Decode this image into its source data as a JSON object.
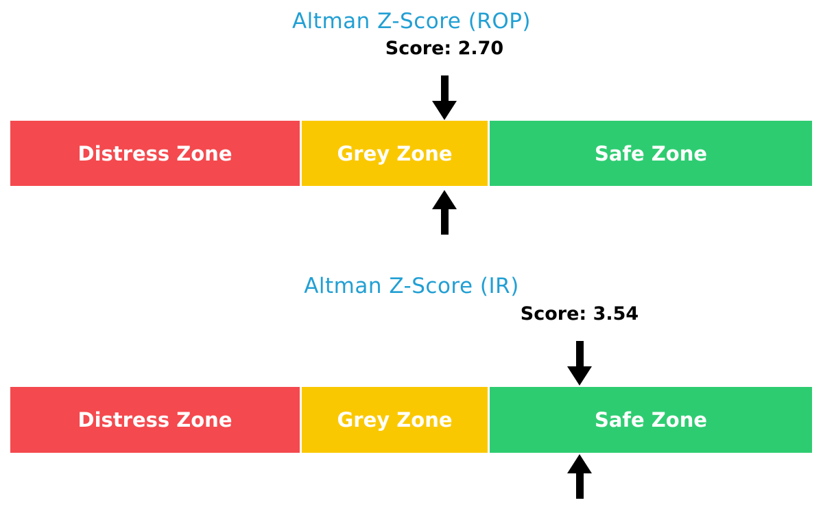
{
  "colors": {
    "title_blue": "#219FD3",
    "distress_red": "#F4494E",
    "grey_yellow": "#FAC800",
    "safe_green": "#2ECC71",
    "arrow_black": "#000000",
    "zone_label_white": "#FFFFFF",
    "background": "#FFFFFF"
  },
  "chart_data": [
    {
      "type": "bar",
      "title": "Altman Z-Score (ROP)",
      "score_label": "Score: 2.70",
      "score": 2.7,
      "marker_zone": "Grey Zone",
      "marker_style": "black arrows above and below bar at score position",
      "zones": [
        {
          "label": "Distress Zone",
          "color": "#F4494E"
        },
        {
          "label": "Grey Zone",
          "color": "#FAC800"
        },
        {
          "label": "Safe Zone",
          "color": "#2ECC71"
        }
      ],
      "legend_position": "none",
      "grid": false
    },
    {
      "type": "bar",
      "title": "Altman Z-Score (IR)",
      "score_label": "Score: 3.54",
      "score": 3.54,
      "marker_zone": "Safe Zone",
      "marker_style": "black arrows above and below bar at score position",
      "zones": [
        {
          "label": "Distress Zone",
          "color": "#F4494E"
        },
        {
          "label": "Grey Zone",
          "color": "#FAC800"
        },
        {
          "label": "Safe Zone",
          "color": "#2ECC71"
        }
      ],
      "legend_position": "none",
      "grid": false
    }
  ]
}
